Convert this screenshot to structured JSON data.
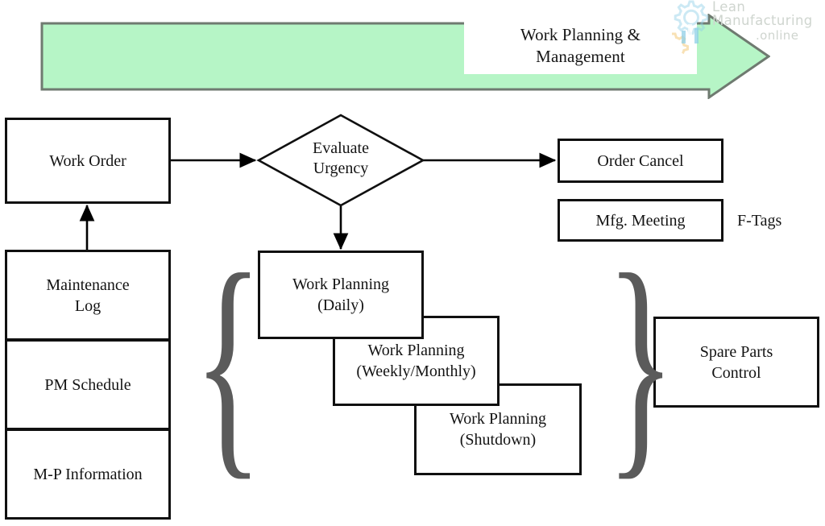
{
  "banner": {
    "title": "Work Planning & Management",
    "title_line1": "Work Planning &",
    "title_line2": "Management",
    "fill_color": "#b6f5c6",
    "border_color": "#6f7a70",
    "label_background": "#ffffff"
  },
  "watermark": {
    "line1": "Lean",
    "line2": "Manufacturing",
    "line3": ".online",
    "color": "#cfd5cf",
    "logo": "gear-bar-chart-logo"
  },
  "flow": {
    "work_order": "Work Order",
    "evaluate_urgency_line1": "Evaluate",
    "evaluate_urgency_line2": "Urgency",
    "evaluate_urgency": "Evaluate Urgency",
    "order_cancel": "Order Cancel",
    "mfg_meeting": "Mfg. Meeting",
    "f_tags": "F-Tags",
    "spare_parts_line1": "Spare Parts",
    "spare_parts_line2": "Control",
    "spare_parts": "Spare Parts Control"
  },
  "left_stack": {
    "items": [
      {
        "line1": "Maintenance",
        "line2": "Log",
        "label": "Maintenance Log"
      },
      {
        "line1": "PM Schedule",
        "line2": "",
        "label": "PM Schedule"
      },
      {
        "line1": "M-P Information",
        "line2": "",
        "label": "M-P Information"
      }
    ]
  },
  "work_planning": {
    "items": [
      {
        "line1": "Work Planning",
        "line2": "(Daily)",
        "label": "Work Planning (Daily)"
      },
      {
        "line1": "Work Planning",
        "line2": "(Weekly/Monthly)",
        "label": "Work Planning (Weekly/Monthly)"
      },
      {
        "line1": "Work Planning",
        "line2": "(Shutdown)",
        "label": "Work Planning (Shutdown)"
      }
    ]
  },
  "braces": {
    "left": "{",
    "right": "}"
  },
  "colors": {
    "node_border": "#101010",
    "node_fill": "#ffffff",
    "connector": "#000000",
    "brace": "#5b5b5b",
    "page_background": "#ffffff"
  }
}
